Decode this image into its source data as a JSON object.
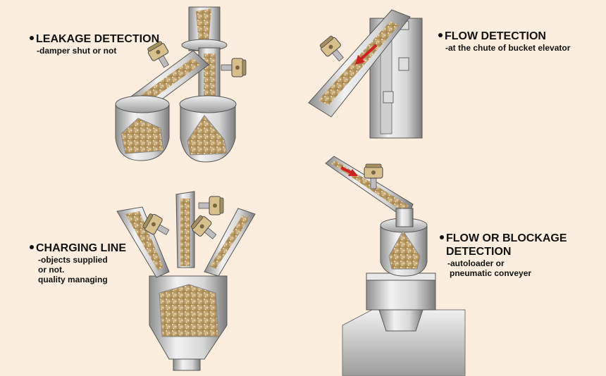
{
  "colors": {
    "background": "#fbeede",
    "metal_light": "#e6e6e6",
    "metal_dark": "#9a9a9a",
    "material": "#c3a46e",
    "arrow": "#cc2222"
  },
  "panels": {
    "leakage": {
      "title": "LEAKAGE DETECTION",
      "sub": [
        "-damper shut or not"
      ]
    },
    "flow": {
      "title": "FLOW DETECTION",
      "sub": [
        "-at the chute of bucket elevator"
      ]
    },
    "charging": {
      "title": "CHARGING LINE",
      "sub": [
        "-objects supplied",
        "or not.",
        "quality managing"
      ]
    },
    "blockage": {
      "title_lines": [
        "FLOW OR BLOCKAGE",
        "DETECTION"
      ],
      "sub": [
        "-autoloader or",
        "pneumatic conveyer"
      ]
    }
  },
  "icons": [
    "sensor-icon",
    "flow-arrow-icon",
    "hopper-icon",
    "pipe-icon",
    "bucket-elevator-icon"
  ]
}
